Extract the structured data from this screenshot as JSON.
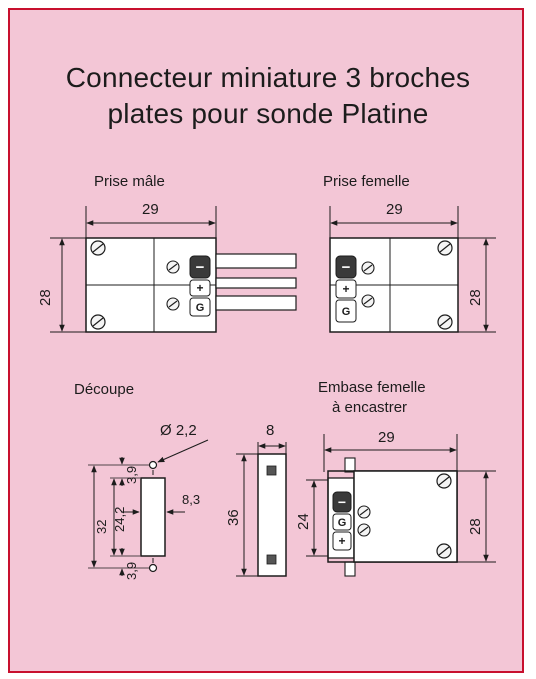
{
  "title_line1": "Connecteur miniature 3 broches",
  "title_line2": "plates pour sonde Platine",
  "male": {
    "label": "Prise mâle",
    "width": "29",
    "height": "28"
  },
  "female": {
    "label": "Prise femelle",
    "width": "29",
    "height": "28"
  },
  "cutout": {
    "label": "Découpe",
    "hole": "Ø 2,2",
    "width": "8,3",
    "total": "32",
    "inner": "24,2",
    "edge_top": "3,9",
    "edge_bottom": "3,9"
  },
  "side": {
    "width": "8",
    "height": "36"
  },
  "socket": {
    "label_line1": "Embase femelle",
    "label_line2": "à encastrer",
    "width": "29",
    "inner": "24",
    "height": "28"
  },
  "pins": {
    "minus": "−",
    "plus": "+",
    "ground": "G"
  },
  "colors": {
    "background": "#f3c6d6",
    "border": "#c8102e",
    "ink": "#1c1c1c",
    "body": "#ffffff"
  }
}
